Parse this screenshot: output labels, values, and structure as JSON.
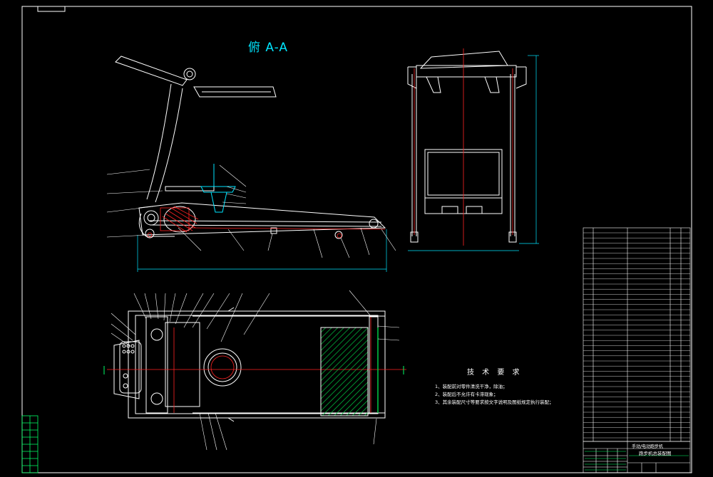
{
  "drawing": {
    "section_title": "俯 A-A",
    "tech_requirements": {
      "title": "技 术 要 求",
      "items": [
        "1、装配前对零件清洗干净，除油；",
        "2、装配后不允许有卡滞现象；",
        "3、其余装配尺寸等要求按文字说明及图纸规定执行装配；"
      ]
    },
    "title_block": {
      "part_name": "手动/电动跑步机",
      "drawing_name": "跑步机总装配图"
    },
    "colors": {
      "background": "#000000",
      "outline": "#ffffff",
      "section": "#ff2222",
      "dimension": "#00e5ff",
      "hatch": "#00cc44"
    }
  }
}
